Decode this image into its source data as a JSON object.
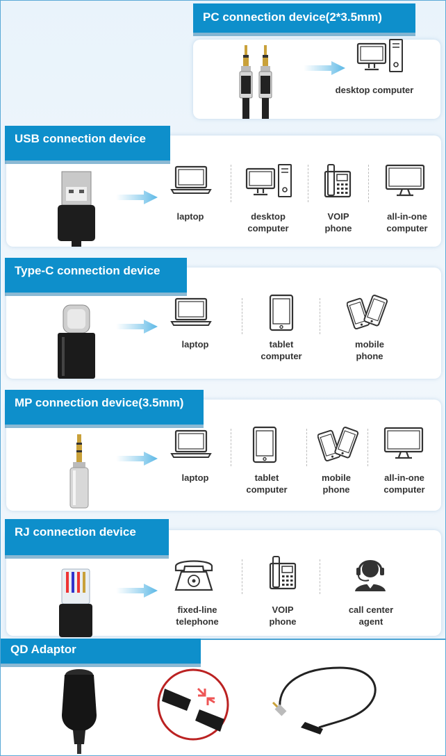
{
  "sections": {
    "pc": {
      "title": "PC connection device(2*3.5mm)",
      "devices": [
        "desktop computer"
      ]
    },
    "usb": {
      "title": "USB connection device",
      "devices": [
        "laptop",
        "desktop\ncomputer",
        "VOIP\nphone",
        "all-in-one\ncomputer"
      ]
    },
    "typec": {
      "title": "Type-C connection device",
      "devices": [
        "laptop",
        "tablet\ncomputer",
        "mobile\nphone"
      ]
    },
    "mp": {
      "title": "MP connection device(3.5mm)",
      "devices": [
        "laptop",
        "tablet\ncomputer",
        "mobile\nphone",
        "all-in-one\ncomputer"
      ]
    },
    "rj": {
      "title": "RJ connection device",
      "devices": [
        "fixed-line\ntelephone",
        "VOIP\nphone",
        "call center\nagent"
      ]
    },
    "qd": {
      "title": "QD Adaptor"
    }
  },
  "colors": {
    "banner": "#0e8fcb",
    "arrow": "#7cc6ea"
  }
}
